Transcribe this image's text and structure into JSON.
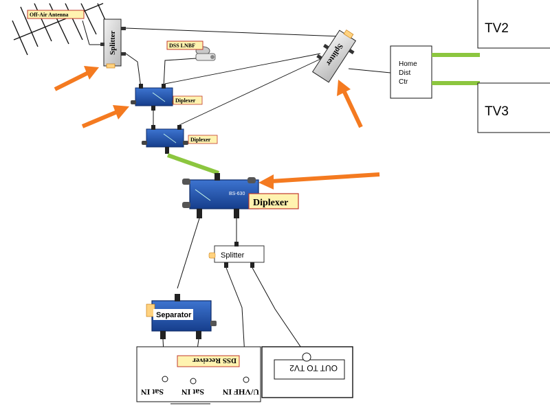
{
  "labels": {
    "antenna": "Off-Air Antenna",
    "splitter_top": "Splitter",
    "splitter_right": "Splitter",
    "dss_lnbf": "DSS LNBF",
    "diplexer_1": "Diplexer",
    "diplexer_2": "Diplexer",
    "diplexer_main": "Diplexer",
    "diplexer_model": "BS-630",
    "splitter_mid": "Splitter",
    "separator": "Separator",
    "home_dist_1": "Home",
    "home_dist_2": "Dist",
    "home_dist_3": "Ctr",
    "tv2": "TV2",
    "tv3": "TV3",
    "dss_receiver": "DSS Receiver",
    "sat_in_1": "Sat IN",
    "sat_in_2": "Sat IN",
    "uvhf_in": "U/VHF IN",
    "out_to_tv2": "OUT TO TV2"
  },
  "colors": {
    "arrow": "#f47a20",
    "green_cable": "#8cc63f",
    "device_blue": "#1e4fa8",
    "label_bg": "#fff3b0",
    "label_border": "#c0392b"
  }
}
